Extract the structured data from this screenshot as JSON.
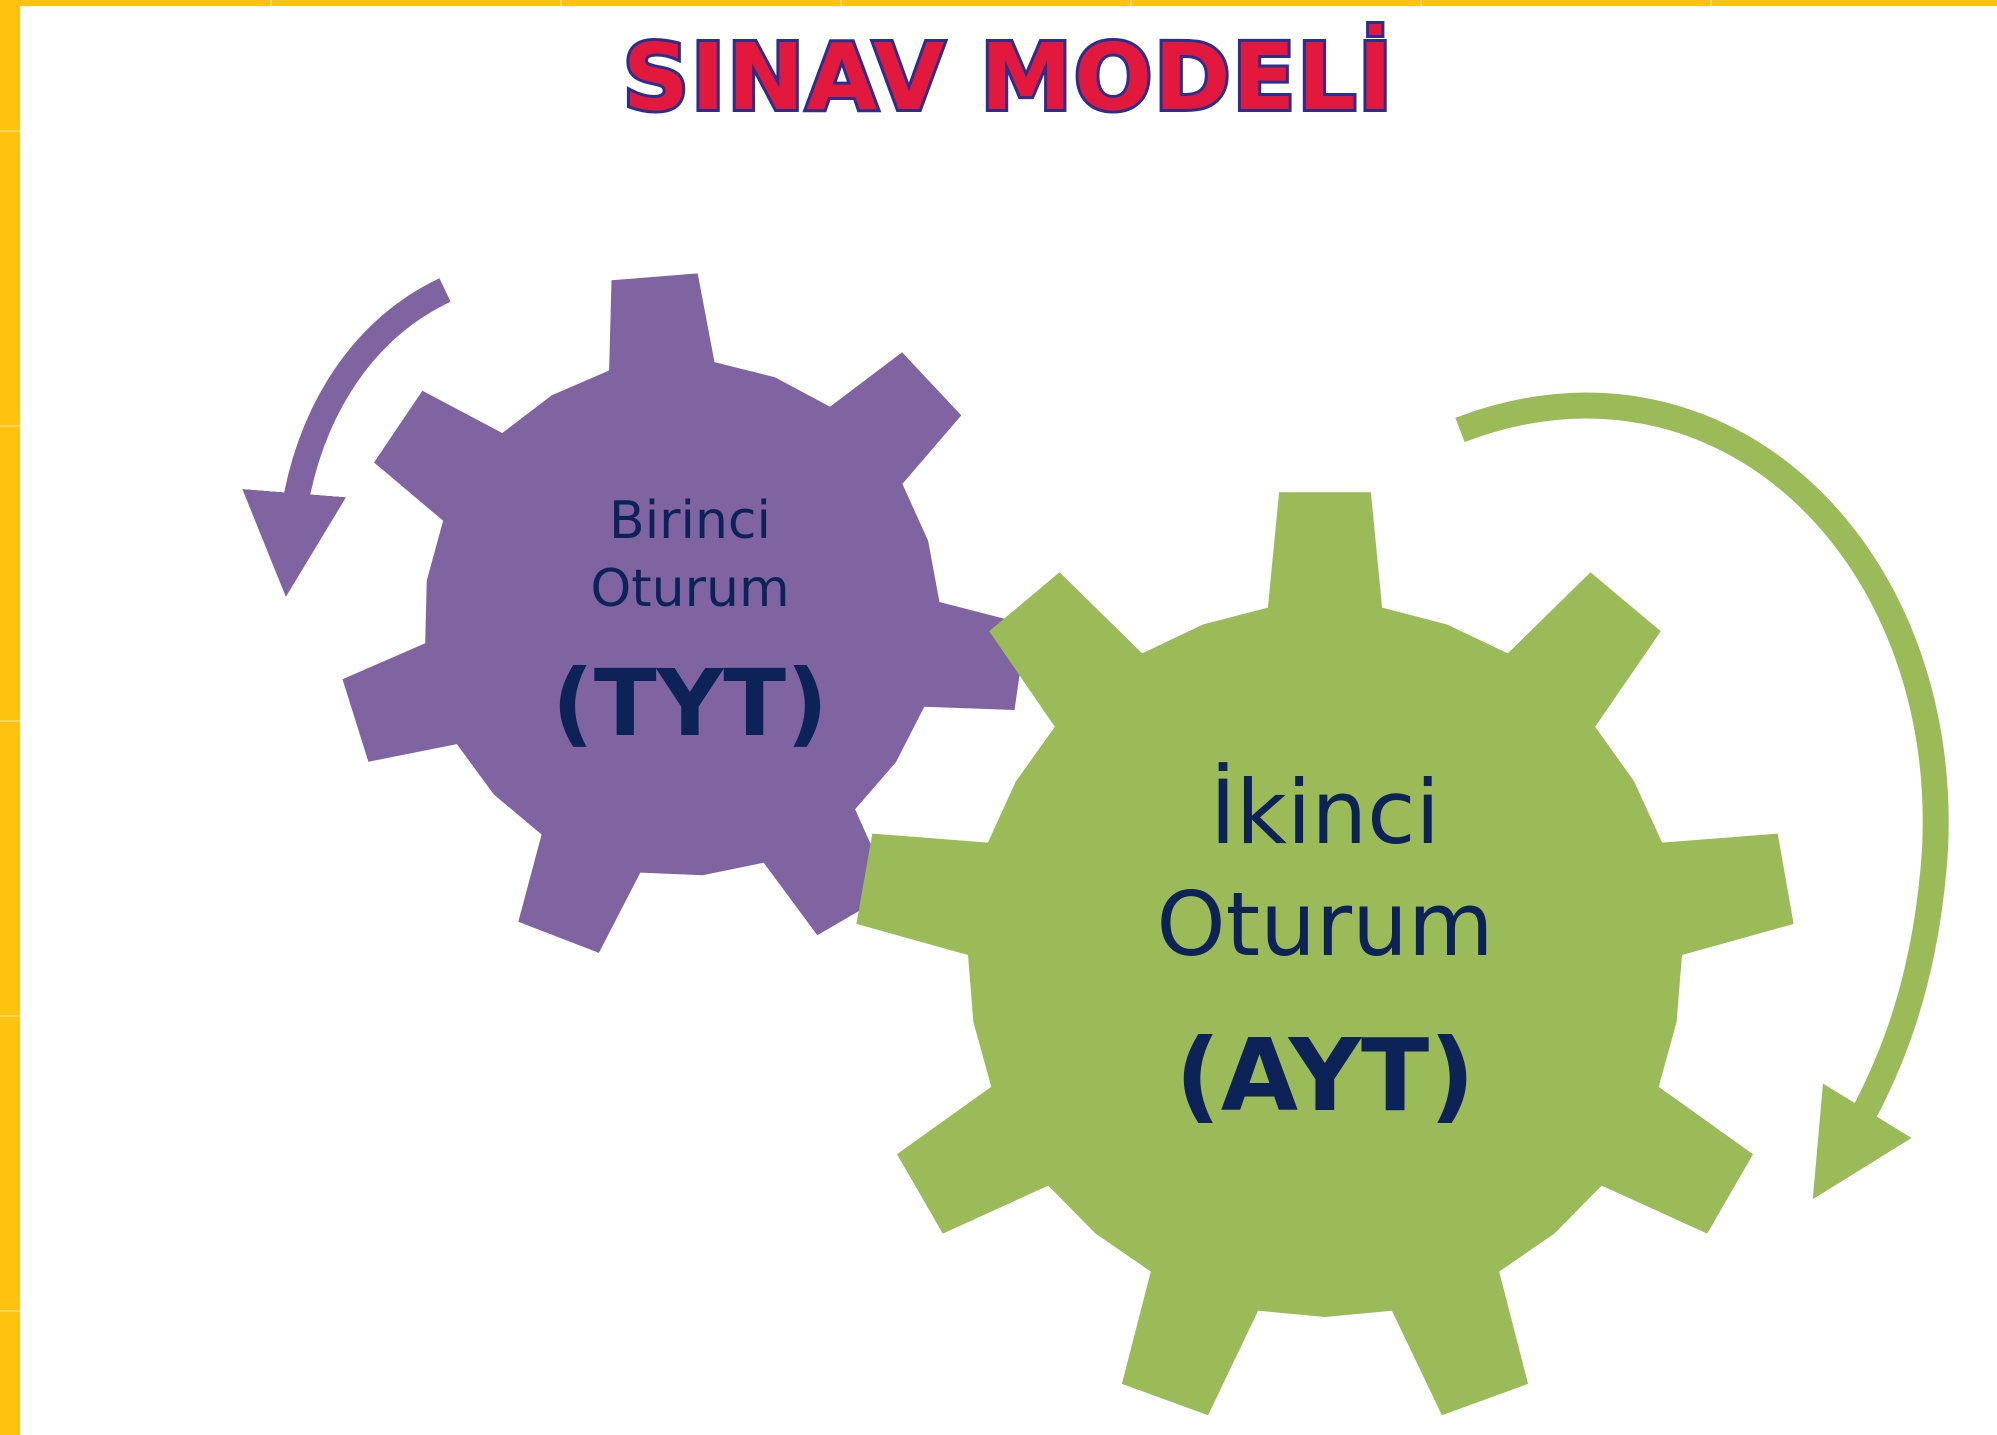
{
  "title": "SINAV MODELİ",
  "gears": [
    {
      "line1": "Birinci",
      "line2": "Oturum",
      "line3": "(TYT)",
      "color": "#8064a2",
      "rotation_arrow": "counterclockwise-arrow"
    },
    {
      "line1": "İkinci",
      "line2": "Oturum",
      "line3": "(AYT)",
      "color": "#9bbb59",
      "rotation_arrow": "clockwise-arrow"
    }
  ],
  "colors": {
    "background_border": "#ffc20e",
    "title_fill": "#e3183d",
    "title_outline": "#2a2f8f",
    "label_text": "#0d2357"
  }
}
